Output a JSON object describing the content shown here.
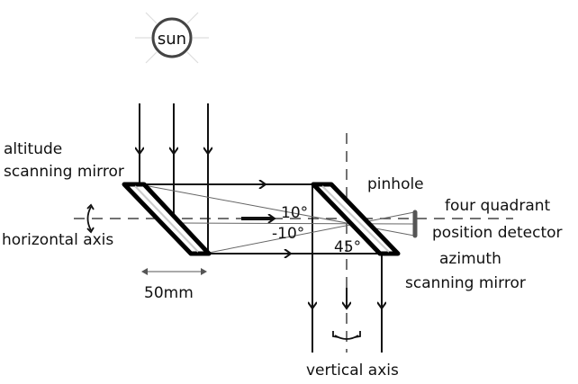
{
  "sun_label": "sun",
  "labels": {
    "altitude_line1": "altitude",
    "altitude_line2": "scanning mirror",
    "horizontal_axis": "horizontal axis",
    "pinhole": "pinhole",
    "detector_line1": "four quadrant",
    "detector_line2": "position detector",
    "azimuth_line1": "azimuth",
    "azimuth_line2": "scanning mirror",
    "vertical_axis": "vertical axis",
    "scale": "50mm",
    "angle_pos": "10°",
    "angle_neg": "-10°",
    "angle_45": "45°"
  }
}
